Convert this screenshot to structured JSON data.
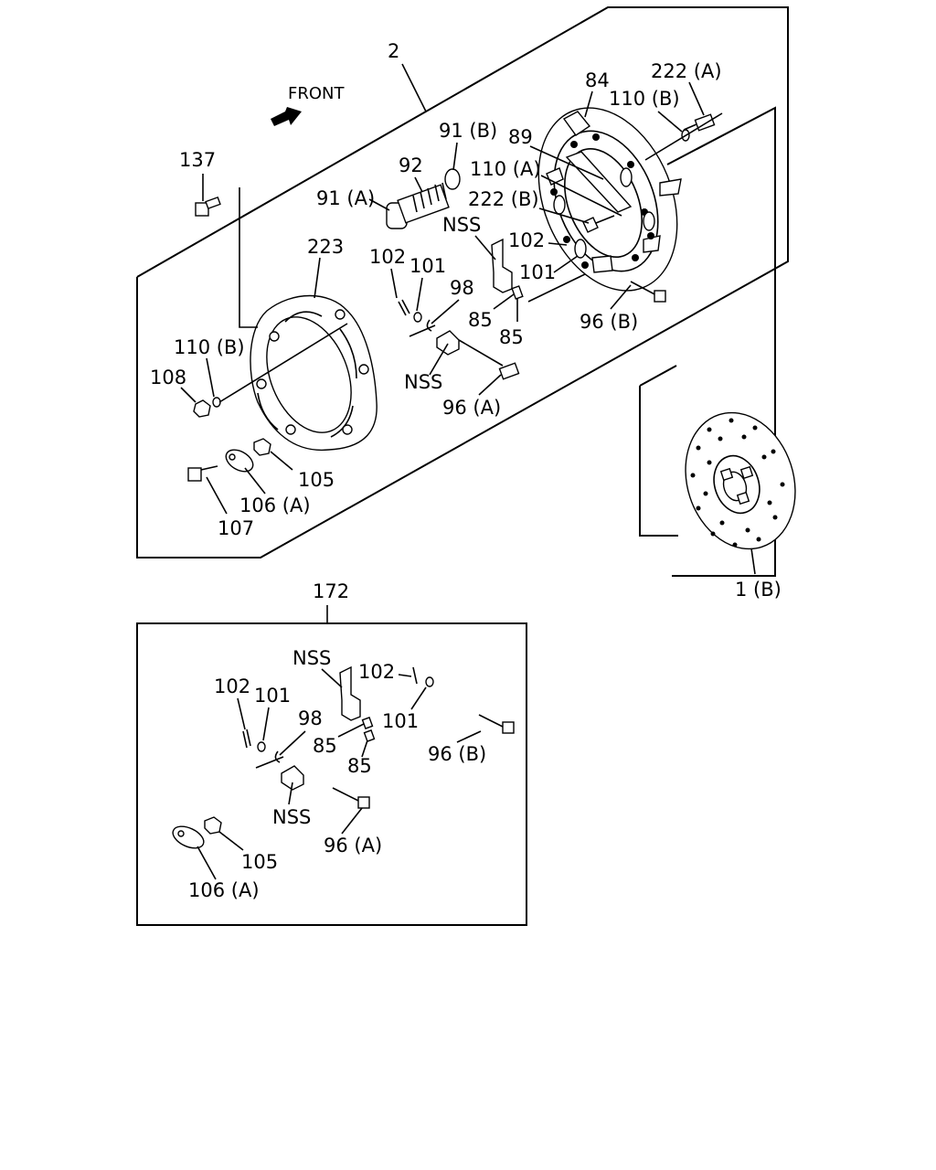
{
  "front_label": "FRONT",
  "assembly_top": "2",
  "assembly_bottom": "172",
  "top": {
    "p84": "84",
    "p222a": "222 (A)",
    "p110b_r": "110 (B)",
    "p89": "89",
    "p110a": "110 (A)",
    "p222b": "222 (B)",
    "p91b": "91 (B)",
    "p92": "92",
    "p91a": "91 (A)",
    "p137": "137",
    "nss1": "NSS",
    "p102": "102",
    "p101r": "101",
    "p223": "223",
    "p102l": "102",
    "p101l": "101",
    "p98": "98",
    "p85a": "85",
    "p85b": "85",
    "p96b": "96 (B)",
    "p110b_l": "110 (B)",
    "p108": "108",
    "nss2": "NSS",
    "p96a": "96 (A)",
    "p105": "105",
    "p106a": "106 (A)",
    "p107": "107",
    "p1b": "1 (B)"
  },
  "bottom": {
    "nss1": "NSS",
    "p102r": "102",
    "p102l": "102",
    "p101l": "101",
    "p98": "98",
    "p85a": "85",
    "p101r": "101",
    "p85b": "85",
    "p96b": "96 (B)",
    "nss2": "NSS",
    "p96a": "96 (A)",
    "p105": "105",
    "p106a": "106 (A)"
  }
}
